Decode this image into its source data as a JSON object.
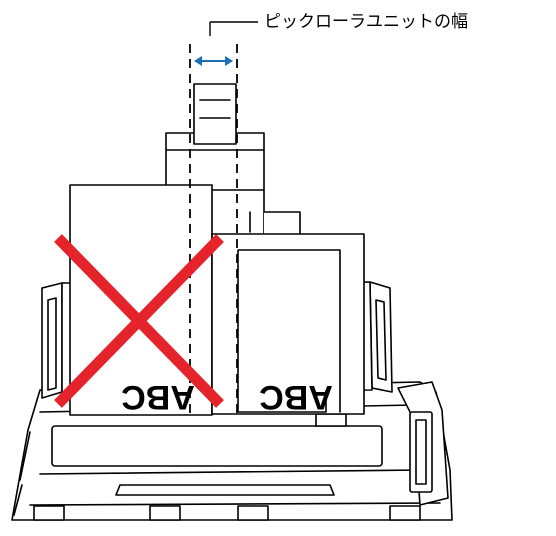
{
  "callout": {
    "label": "ピックローラユニットの幅"
  },
  "documents": [
    {
      "name": "document-left",
      "text": "ABC"
    },
    {
      "name": "document-right",
      "text": "ABC"
    }
  ],
  "colors": {
    "line": "#000000",
    "arrow": "#1e6fb8",
    "cross": "#e4232b",
    "paper": "#ffffff"
  },
  "icons": {
    "width_arrow": "double-headed-arrow-icon",
    "cross_mark": "x-mark-icon"
  }
}
